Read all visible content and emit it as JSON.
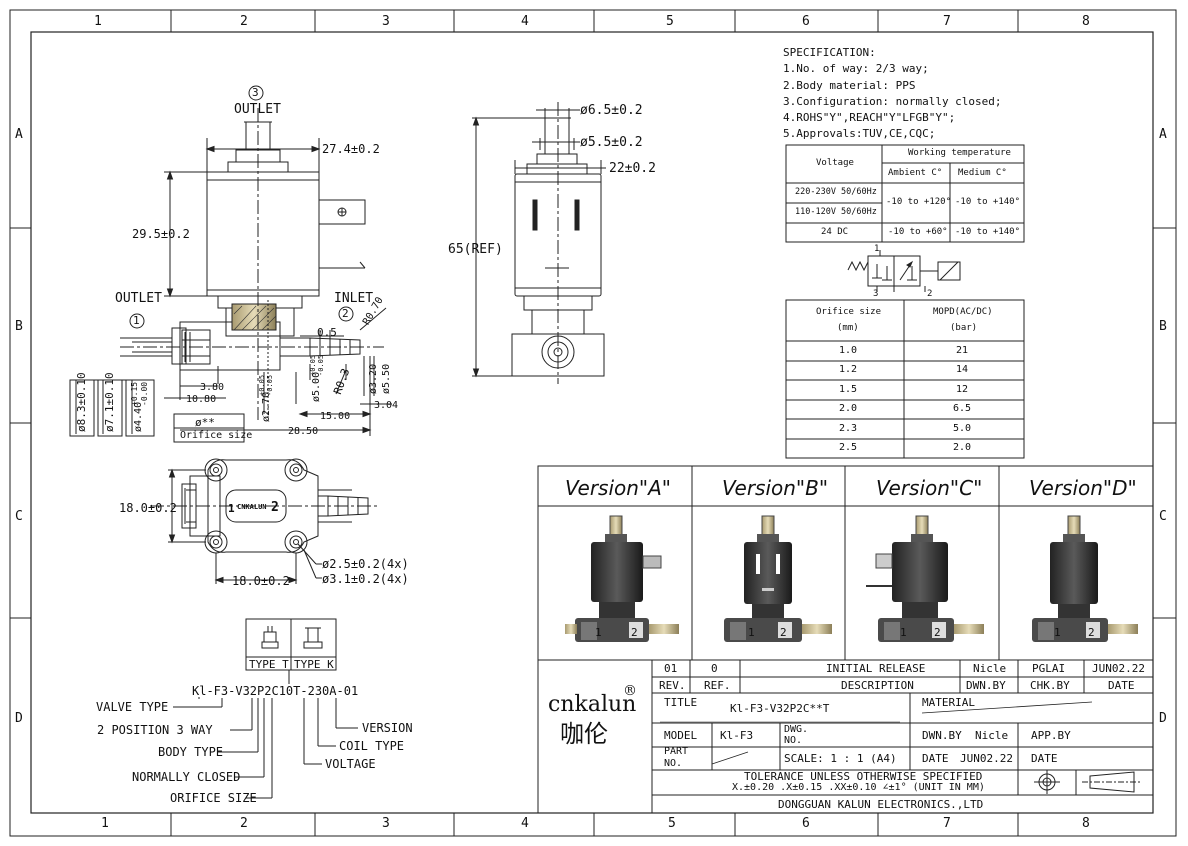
{
  "grid": {
    "cols_top": [
      "1",
      "2",
      "3",
      "4",
      "5",
      "6",
      "7",
      "8"
    ],
    "cols_bottom": [
      "1",
      "2",
      "3",
      "4",
      "5",
      "6",
      "7",
      "8"
    ],
    "rows_left": [
      "A",
      "B",
      "C",
      "D"
    ],
    "rows_right": [
      "A",
      "B",
      "C",
      "D"
    ]
  },
  "spec": {
    "heading": "SPECIFICATION:",
    "lines": [
      "1.No. of way: 2/3 way;",
      "2.Body material: PPS",
      "3.Configuration: normally closed;",
      "4.ROHS\"Y\",REACH\"Y\"LFGB\"Y\";",
      "5.Approvals:TUV,CE,CQC;"
    ]
  },
  "temp_table": {
    "voltage_header": "Voltage",
    "working_header": "Working temperature",
    "ambient_header": "Ambient C°",
    "medium_header": "Medium C°",
    "rows": [
      {
        "voltage": "220-230V 50/60Hz",
        "ambient": "-10 to +120°",
        "medium": "-10 to +140°"
      },
      {
        "voltage": "110-120V 50/60Hz",
        "ambient": "",
        "medium": ""
      },
      {
        "voltage": "24 DC",
        "ambient": "-10 to +60°",
        "medium": "-10 to +140°"
      }
    ]
  },
  "symbol": {
    "port1": "1",
    "port3": "3",
    "port2": "2"
  },
  "orifice_table": {
    "header_size": "Orifice size",
    "header_size_unit": "(mm)",
    "header_mopd": "MOPD(AC/DC)",
    "header_mopd_unit": "(bar)",
    "rows": [
      {
        "size": "1.0",
        "mopd": "21"
      },
      {
        "size": "1.2",
        "mopd": "14"
      },
      {
        "size": "1.5",
        "mopd": "12"
      },
      {
        "size": "2.0",
        "mopd": "6.5"
      },
      {
        "size": "2.3",
        "mopd": "5.0"
      },
      {
        "size": "2.5",
        "mopd": "2.0"
      }
    ]
  },
  "versions": [
    "Version\"A\"",
    "Version\"B\"",
    "Version\"C\"",
    "Version\"D\""
  ],
  "front_view": {
    "port3_num": "3",
    "outlet_top": "OUTLET",
    "outlet_left": "OUTLET",
    "port1_num": "1",
    "inlet": "INLET",
    "port2_num": "2",
    "dims": {
      "width_274": "27.4±0.2",
      "height_295": "29.5±0.2",
      "d_05": "0.5",
      "r070": "R0.70",
      "d83": "ø8.3±0.10",
      "d71": "ø7.1±0.10",
      "d440": "ø4.40",
      "d440_tol_up": "+0.15",
      "d440_tol_dn": "-0.00",
      "d380": "3.80",
      "d1080": "10.80",
      "d270": "ø2.70",
      "d270_tol_up": "+0.05",
      "d270_tol_dn": "-0.05",
      "d500": "ø5.00",
      "d500_tol_up": "+0.05",
      "d500_tol_dn": "-0.05",
      "r03": "R0.3",
      "d320": "ø3.20",
      "d550": "ø5.50",
      "d1500": "15.00",
      "d304": "3.04",
      "d2850": "28.50",
      "orifice_code": "ø**",
      "orifice_label": "Orifice size"
    }
  },
  "side_view": {
    "d65": "ø6.5±0.2",
    "d55": "ø5.5±0.2",
    "d22": "22±0.2",
    "d65ref": "65(REF)"
  },
  "bottom_view": {
    "d18a": "18.0±0.2",
    "d18b": "18.0±0.2",
    "d25": "ø2.5±0.2(4x)",
    "d31": "ø3.1±0.2(4x)",
    "body_mark": "CNKALUN",
    "mark_1": "1",
    "mark_2": "2"
  },
  "type_box": {
    "t": "TYPE T",
    "k": "TYPE K"
  },
  "code": {
    "part_number": "Kl-F3-V32P2C10T-230A-01",
    "valve_type": "VALVE TYPE",
    "two_pos": "2 POSITION 3 WAY",
    "body_type": "BODY TYPE",
    "normally_closed": "NORMALLY CLOSED",
    "orifice_size": "ORIFICE SIZE",
    "version": "VERSION",
    "coil_type": "COIL TYPE",
    "voltage": "VOLTAGE"
  },
  "title_block": {
    "brand": "cnkalun",
    "reg": "®",
    "brand_cn": "咖伦",
    "rev_row": {
      "rev": "01",
      "ref": "0",
      "desc": "INITIAL  RELEASE",
      "dwn": "Nicle",
      "chk": "PGLAI",
      "date": "JUN02.22"
    },
    "hdr": {
      "rev": "REV.",
      "ref": "REF.",
      "desc": "DESCRIPTION",
      "dwn": "DWN.BY",
      "chk": "CHK.BY",
      "date": "DATE"
    },
    "title_label": "TITLE",
    "title_value": "Kl-F3-V32P2C**T",
    "material_label": "MATERIAL",
    "model_label": "MODEL",
    "model_value": "Kl-F3",
    "dwg_label": "DWG.",
    "dwg_no": "NO.",
    "dwnby_label": "DWN.BY",
    "dwnby_value": "Nicle",
    "appby_label": "APP.BY",
    "part_label": "PART",
    "part_no": "NO.",
    "scale": "SCALE: 1 : 1 (A4)",
    "date_label": "DATE",
    "date_value": "JUN02.22",
    "date_label2": "DATE",
    "tolerance_1": "TOLERANCE UNLESS OTHERWISE SPECIFIED",
    "tolerance_2": "X.±0.20  .X±0.15  .XX±0.10  ∠±1°  (UNIT IN MM)",
    "company": "DONGGUAN KALUN ELECTRONICS.,LTD"
  }
}
